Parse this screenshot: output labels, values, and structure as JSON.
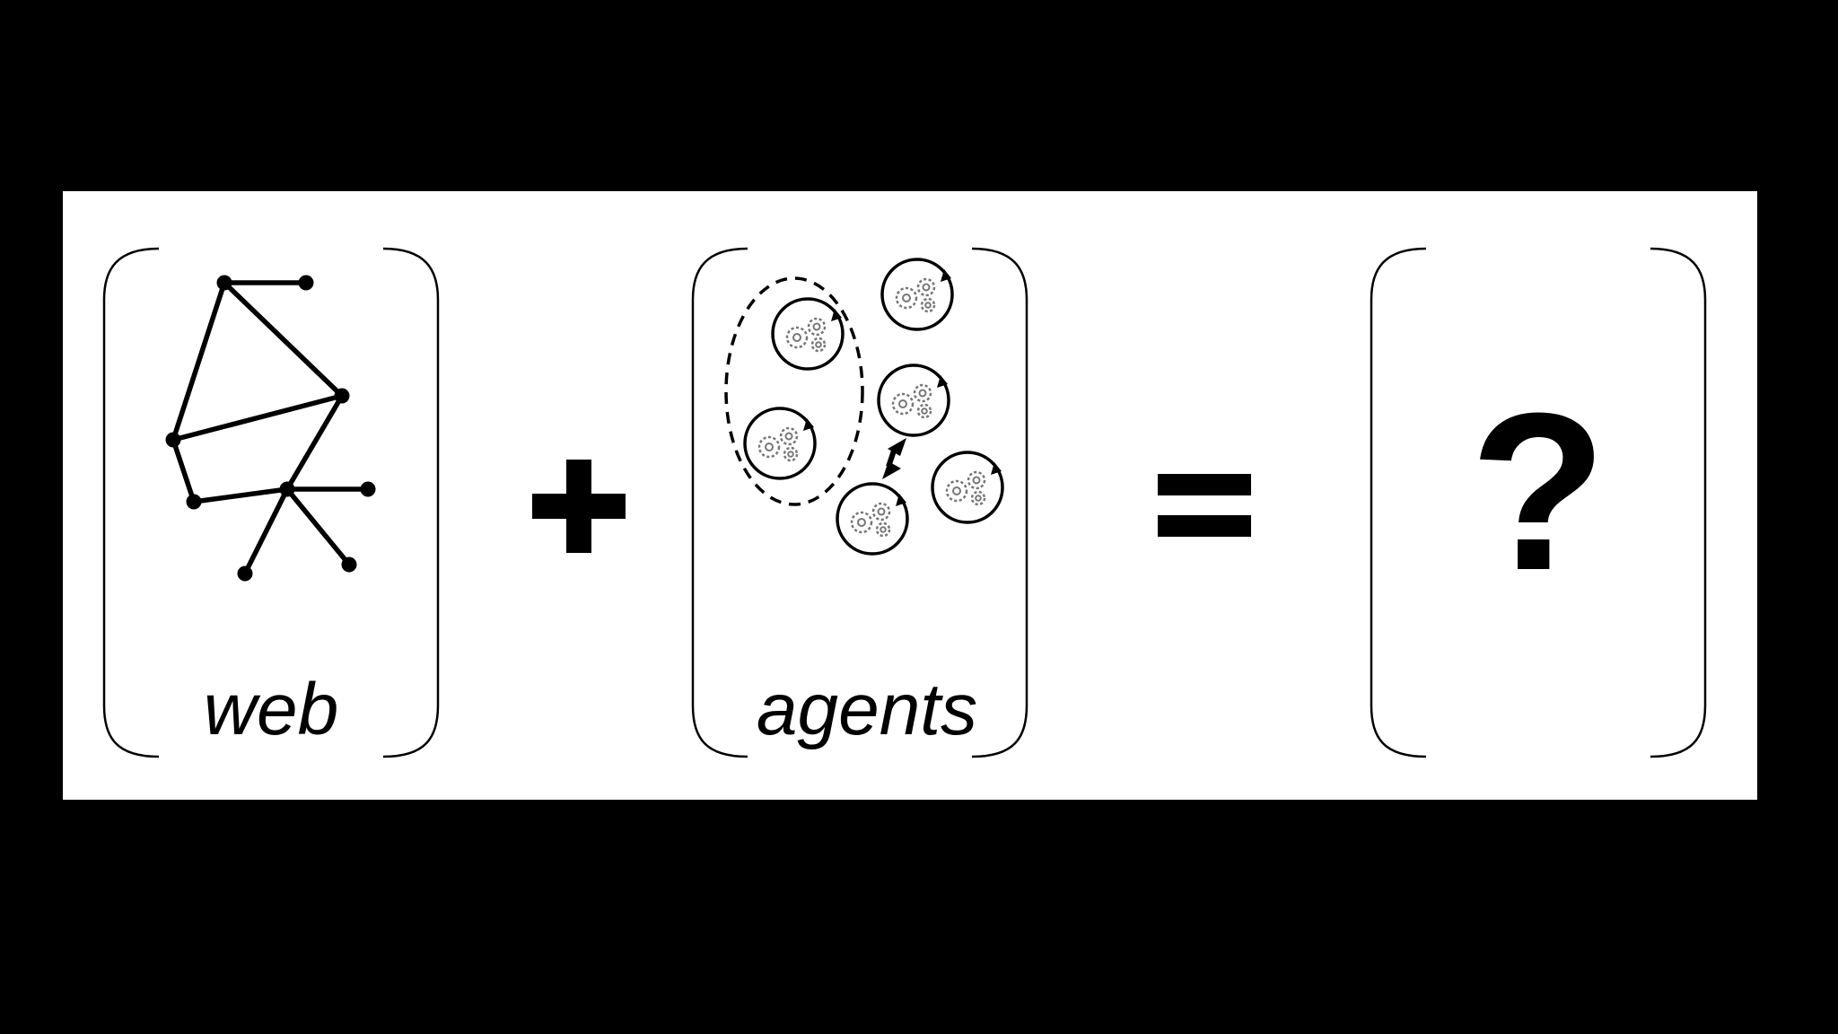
{
  "diagram": {
    "panels": [
      {
        "id": "web",
        "label": "web"
      },
      {
        "id": "agents",
        "label": "agents"
      },
      {
        "id": "result",
        "symbol": "?"
      }
    ],
    "operators": {
      "plus": "+",
      "equals": "="
    },
    "colors": {
      "background": "#000000",
      "panel": "#ffffff",
      "ink": "#000000",
      "gear": "#777777"
    },
    "icons": [
      "network-graph-icon",
      "agent-gear-icon",
      "double-arrow-icon",
      "group-ellipse-icon"
    ]
  }
}
